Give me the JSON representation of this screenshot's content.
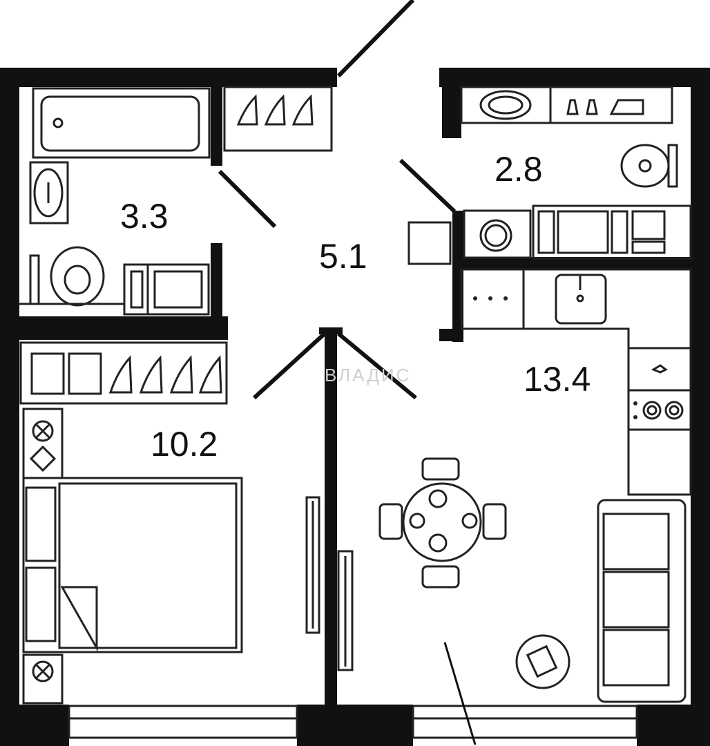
{
  "plan": {
    "rooms": [
      {
        "id": "bathroom",
        "area": "3.3"
      },
      {
        "id": "hallway",
        "area": "5.1"
      },
      {
        "id": "wc",
        "area": "2.8"
      },
      {
        "id": "bedroom",
        "area": "10.2"
      },
      {
        "id": "kitchen-living",
        "area": "13.4"
      }
    ],
    "watermark": "ВЛАДИС"
  }
}
